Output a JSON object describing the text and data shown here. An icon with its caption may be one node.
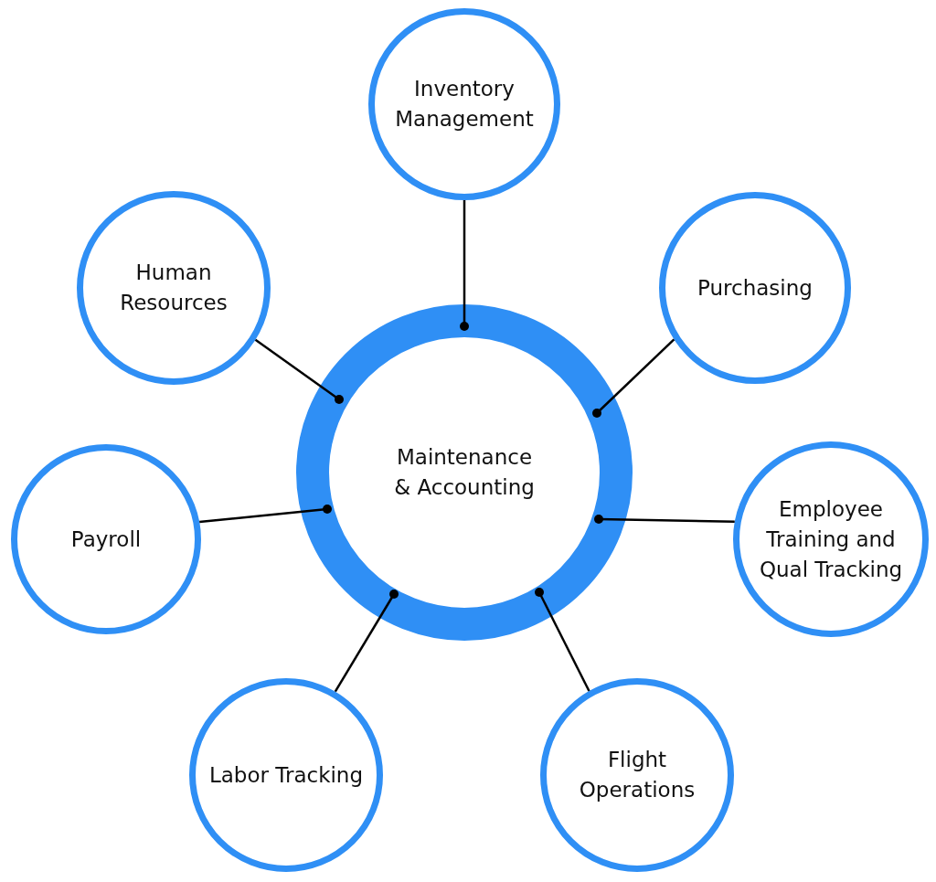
{
  "diagram": {
    "nodes": [
      {
        "text": [
          "Maintenance & Accounting"
        ]
      },
      {
        "text": [
          "Inventory Management"
        ]
      },
      {
        "text": [
          "Purchasing"
        ]
      },
      {
        "text": [
          "Employee Training and Qual Tracking"
        ]
      },
      {
        "text": [
          "Flight Operations"
        ]
      },
      {
        "text": [
          "Labor Tracking"
        ]
      },
      {
        "text": [
          "Payroll"
        ]
      },
      {
        "text": [
          "Human Resources"
        ]
      }
    ],
    "edges": [
      {
        "from": 1,
        "to": 0,
        "arrow": "other"
      },
      {
        "from": 2,
        "to": 0,
        "arrow": "other"
      },
      {
        "from": 3,
        "to": 0,
        "arrow": "other"
      },
      {
        "from": 4,
        "to": 0,
        "arrow": "other"
      },
      {
        "from": 5,
        "to": 0,
        "arrow": "other"
      },
      {
        "from": 6,
        "to": 0,
        "arrow": "other"
      },
      {
        "from": 7,
        "to": 0,
        "arrow": "other"
      }
    ]
  }
}
